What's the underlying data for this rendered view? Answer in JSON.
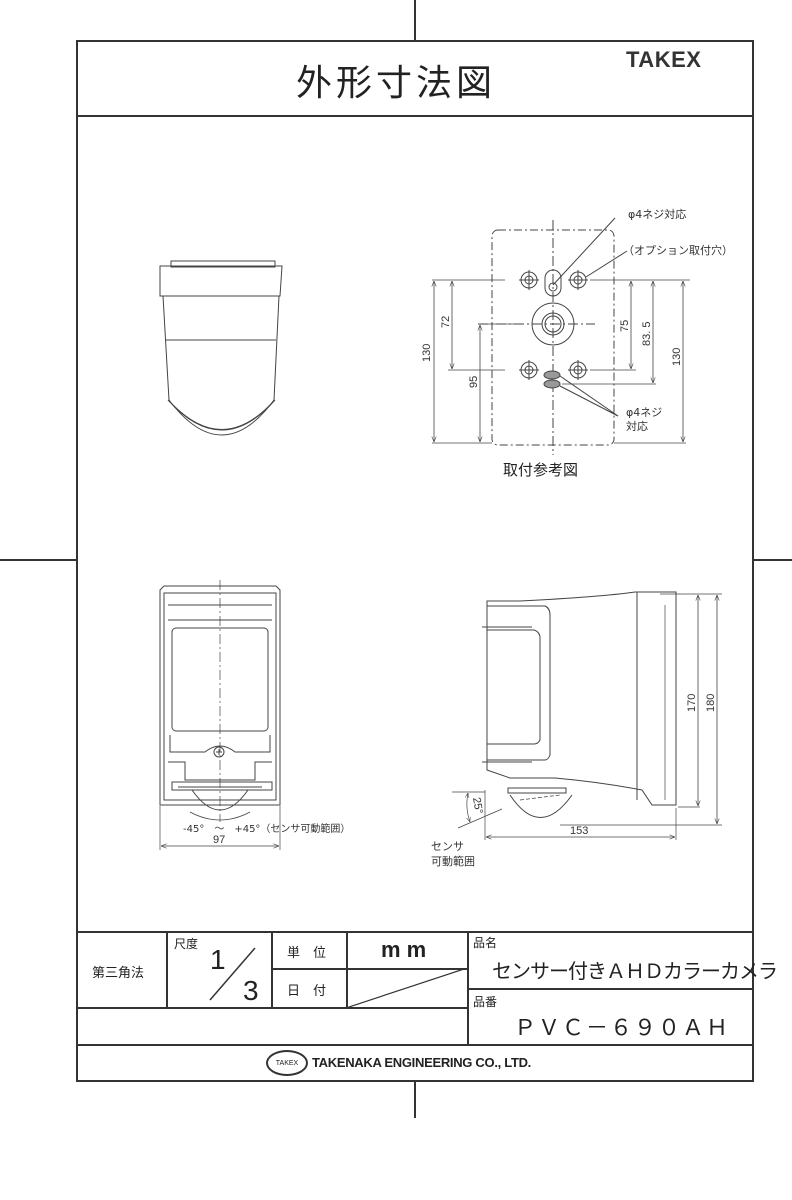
{
  "header": {
    "title": "外形寸法図",
    "brand": "TAKEX"
  },
  "drawings": {
    "mounting_reference": {
      "caption": "取付参考図",
      "notes": {
        "screw_top": "φ4ネジ対応",
        "option_hole": "（オプション取付穴）",
        "screw_bottom_line1": "φ4ネジ",
        "screw_bottom_line2": "対応"
      },
      "dimensions": {
        "left_outer": "130",
        "left_inner": "72",
        "left_offset": "95",
        "right_inner": "75",
        "right_mid": "83. 5",
        "right_outer": "130"
      }
    },
    "front_view": {
      "range_label": "-45°　～　+45°（センサ可動範囲）",
      "width_dim": "97"
    },
    "side_view": {
      "angle": "25°",
      "sensor_label_line1": "センサ",
      "sensor_label_line2": "可動範囲",
      "depth_dim": "153",
      "height_inner": "170",
      "height_outer": "180"
    }
  },
  "title_block": {
    "projection": "第三角法",
    "scale_label": "尺度",
    "scale_numerator": "1",
    "scale_denominator": "3",
    "unit_label": "単　位",
    "unit_value": "m m",
    "date_label": "日　付",
    "product_name_label": "品名",
    "product_name": "センサー付きＡＨＤカラーカメラ",
    "product_code_label": "品番",
    "product_code": "ＰＶＣ－６９０ＡＨ",
    "company_logo": "TAKEX",
    "company_name": "TAKENAKA ENGINEERING CO., LTD."
  }
}
